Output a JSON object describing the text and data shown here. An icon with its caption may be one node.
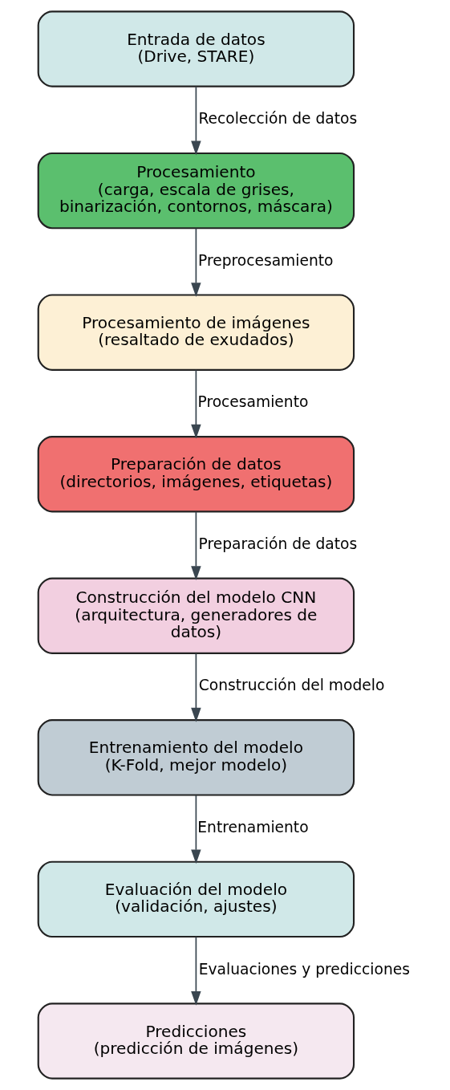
{
  "diagram": {
    "nodes": [
      {
        "text": [
          "Entrada de datos",
          "(Drive, STARE)"
        ]
      },
      {
        "text": [
          "Procesamiento",
          "(carga, escala de grises, binarización, contornos, máscara)"
        ]
      },
      {
        "text": [
          "Procesamiento de imágenes",
          "(resaltado de exudados)"
        ]
      },
      {
        "text": [
          "Preparación de datos",
          "(directorios, imágenes, etiquetas)"
        ]
      },
      {
        "text": [
          "Construcción del modelo CNN",
          "(arquitectura, generadores de datos)"
        ]
      },
      {
        "text": [
          "Entrenamiento del modelo",
          "(K-Fold, mejor modelo)"
        ]
      },
      {
        "text": [
          "Evaluación del modelo",
          "(validación, ajustes)"
        ]
      },
      {
        "text": [
          "Predicciones",
          "(predicción de imágenes)"
        ]
      }
    ],
    "edges": [
      {
        "from": 0,
        "to": 1,
        "arrow": "to",
        "label": "Recolección de datos"
      },
      {
        "from": 1,
        "to": 2,
        "arrow": "to",
        "label": "Preprocesamiento"
      },
      {
        "from": 2,
        "to": 3,
        "arrow": "to",
        "label": "Procesamiento"
      },
      {
        "from": 3,
        "to": 4,
        "arrow": "to",
        "label": "Preparación de datos"
      },
      {
        "from": 4,
        "to": 5,
        "arrow": "to",
        "label": "Construcción del modelo"
      },
      {
        "from": 5,
        "to": 6,
        "arrow": "to",
        "label": "Entrenamiento"
      },
      {
        "from": 6,
        "to": 7,
        "arrow": "to",
        "label": "Evaluaciones y predicciones"
      }
    ]
  }
}
